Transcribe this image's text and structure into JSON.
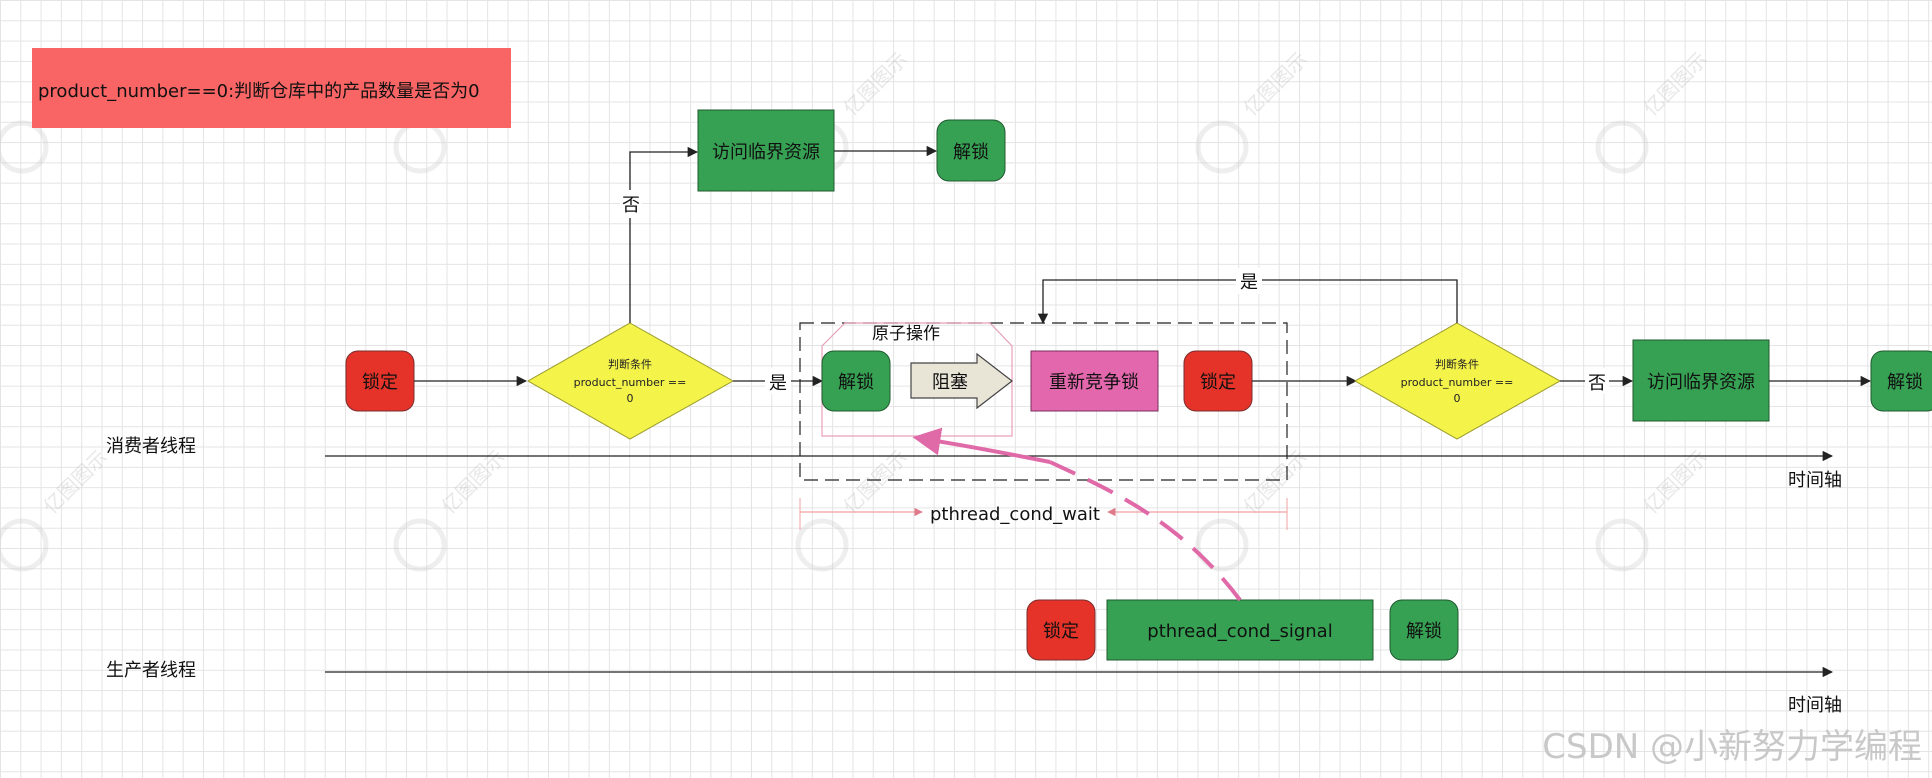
{
  "note": {
    "text": "product_number==0:判断仓库中的产品数量是否为0",
    "color": "#f96464"
  },
  "consumer": {
    "label": "消费者线程",
    "axis_label": "时间轴",
    "lock": "锁定",
    "condition": {
      "line1": "判断条件",
      "line2": "product_number ==",
      "line3": "0"
    },
    "branch_no": "否",
    "branch_yes": "是",
    "access": "访问临界资源",
    "unlock": "解锁",
    "atomic_label": "原子操作",
    "atomic_unlock": "解锁",
    "block": "阻塞",
    "recompete": "重新竞争锁",
    "relock": "锁定",
    "loop_yes": "是",
    "condition2": {
      "line1": "判断条件",
      "line2": "product_number ==",
      "line3": "0"
    },
    "branch2_no": "否",
    "access2": "访问临界资源",
    "unlock2": "解锁",
    "wait_label": "pthread_cond_wait"
  },
  "producer": {
    "label": "生产者线程",
    "axis_label": "时间轴",
    "lock": "锁定",
    "signal": "pthread_cond_signal",
    "unlock": "解锁"
  },
  "watermark": {
    "brand": "亿图图示",
    "credit": "CSDN @小新努力学编程"
  },
  "colors": {
    "red_box": "#e53329",
    "green_box": "#36a153",
    "yellow_diamond": "#f4f34a",
    "pink_box": "#e367ad",
    "arrow_pink": "#e06aa8",
    "wait_line": "#f0a0a0"
  }
}
